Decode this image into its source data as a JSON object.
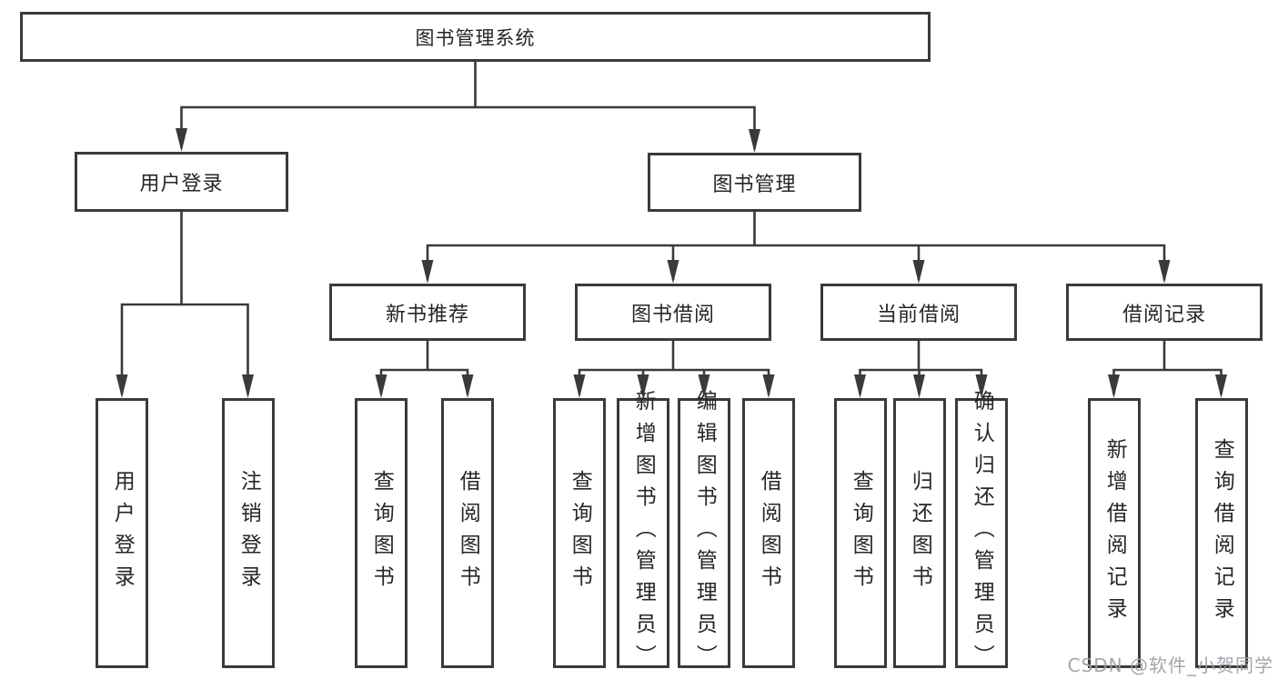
{
  "root": {
    "label": "图书管理系统"
  },
  "level2": {
    "user_login": {
      "label": "用户登录"
    },
    "book_management": {
      "label": "图书管理"
    }
  },
  "level3": {
    "new_book_recommend": {
      "label": "新书推荐"
    },
    "book_borrowing": {
      "label": "图书借阅"
    },
    "current_borrowing": {
      "label": "当前借阅"
    },
    "borrowing_records": {
      "label": "借阅记录"
    }
  },
  "leaves": {
    "user_login": {
      "login": "用户登录",
      "logout": "注销登录"
    },
    "new_book_recommend": {
      "query": "查询图书",
      "borrow": "借阅图书"
    },
    "book_borrowing": {
      "query": "查询图书",
      "add_admin": "新增图书（管理员）",
      "edit_admin": "编辑图书（管理员）",
      "borrow": "借阅图书"
    },
    "current_borrowing": {
      "query": "查询图书",
      "return": "归还图书",
      "confirm_return_admin": "确认归还（管理员）"
    },
    "borrowing_records": {
      "add": "新增借阅记录",
      "query": "查询借阅记录"
    }
  },
  "watermark": "CSDN @软件_小贺同学",
  "colors": {
    "line": "#3a3a3a",
    "box_border": "#3a3a3a",
    "text": "#262626",
    "background": "#ffffff",
    "watermark": "#9ba0a6"
  }
}
